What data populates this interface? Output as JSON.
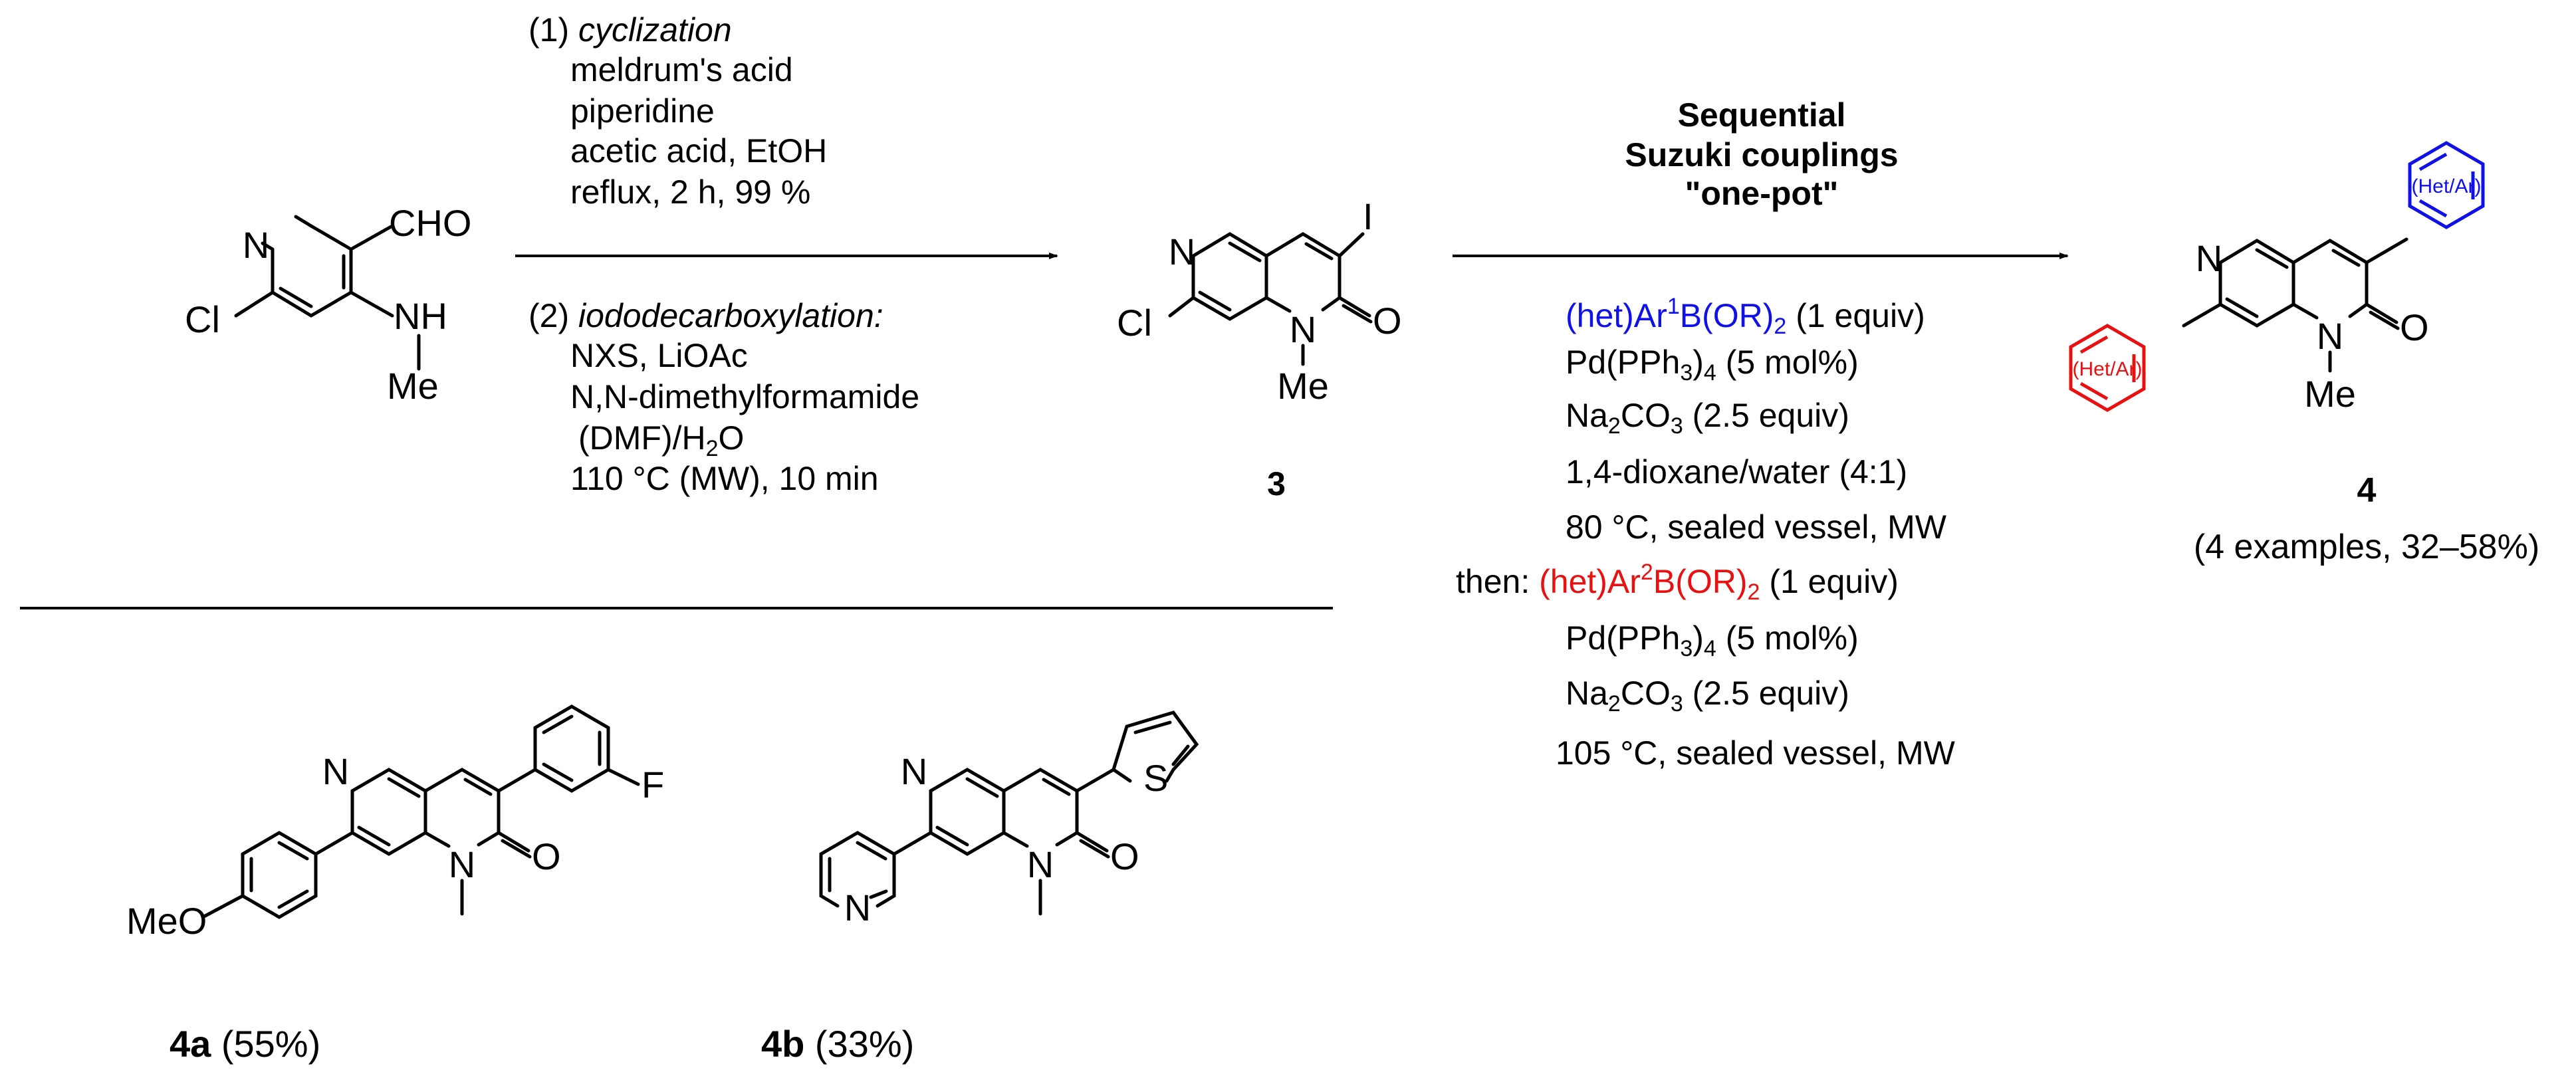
{
  "colors": {
    "bond": "#000000",
    "ring1": "#1010e8",
    "ring2": "#e81010"
  },
  "step1": {
    "line1": "(1)",
    "line1_it": "cyclization",
    "line2": "meldrum's acid",
    "line3": "piperidine",
    "line4": "acetic acid, EtOH",
    "line5": "reflux, 2 h, 99 %",
    "line6": "(2)",
    "line6_it": "iododecarboxylation:",
    "line7": "NXS, LiOAc",
    "line8": "N,N-dimethylformamide",
    "line9a": "(DMF)/H",
    "line9sub": "2",
    "line9b": "O",
    "line10": "110 °C (MW), 10 min"
  },
  "step2": {
    "title1": "Sequential",
    "title2": "Suzuki couplings",
    "title3": "\"one-pot\"",
    "r1a": "(het)Ar",
    "r1sup": "1",
    "r1b": "B(OR)",
    "r1sub": "2",
    "r1c": " (1 equiv)",
    "r2a": "Pd(PPh",
    "r2sub": "3",
    "r2b": ")",
    "r2sub2": "4",
    "r2c": " (5 mol%)",
    "r3a": "Na",
    "r3sub": "2",
    "r3b": "CO",
    "r3sub2": "3",
    "r3c": " (2.5 equiv)",
    "r4": "1,4-dioxane/water (4:1)",
    "r5": "80 °C, sealed vessel, MW",
    "r6pre": "then: ",
    "r6a": "(het)Ar",
    "r6sup": "2",
    "r6b": "B(OR)",
    "r6sub": "2",
    "r6c": " (1 equiv)",
    "r7a": "Pd(PPh",
    "r7sub": "3",
    "r7b": ")",
    "r7sub2": "4",
    "r7c": " (5 mol%)",
    "r8a": "Na",
    "r8sub": "2",
    "r8b": "CO",
    "r8sub2": "3",
    "r8c": " (2.5 equiv)",
    "r9": "105 °C, sealed vessel, MW"
  },
  "atoms": {
    "N": "N",
    "Cl": "Cl",
    "CHO": "CHO",
    "NH": "NH",
    "Me": "Me",
    "I": "I",
    "O": "O",
    "F": "F",
    "S": "S",
    "MeO": "MeO",
    "hetar": "(Het/Ar)"
  },
  "labels": {
    "c3": "3",
    "c4": "4",
    "c4_note": "(4 examples, 32–58%)",
    "c4a": "4a",
    "c4a_yield": " (55%)",
    "c4b": "4b",
    "c4b_yield": " (33%)"
  }
}
